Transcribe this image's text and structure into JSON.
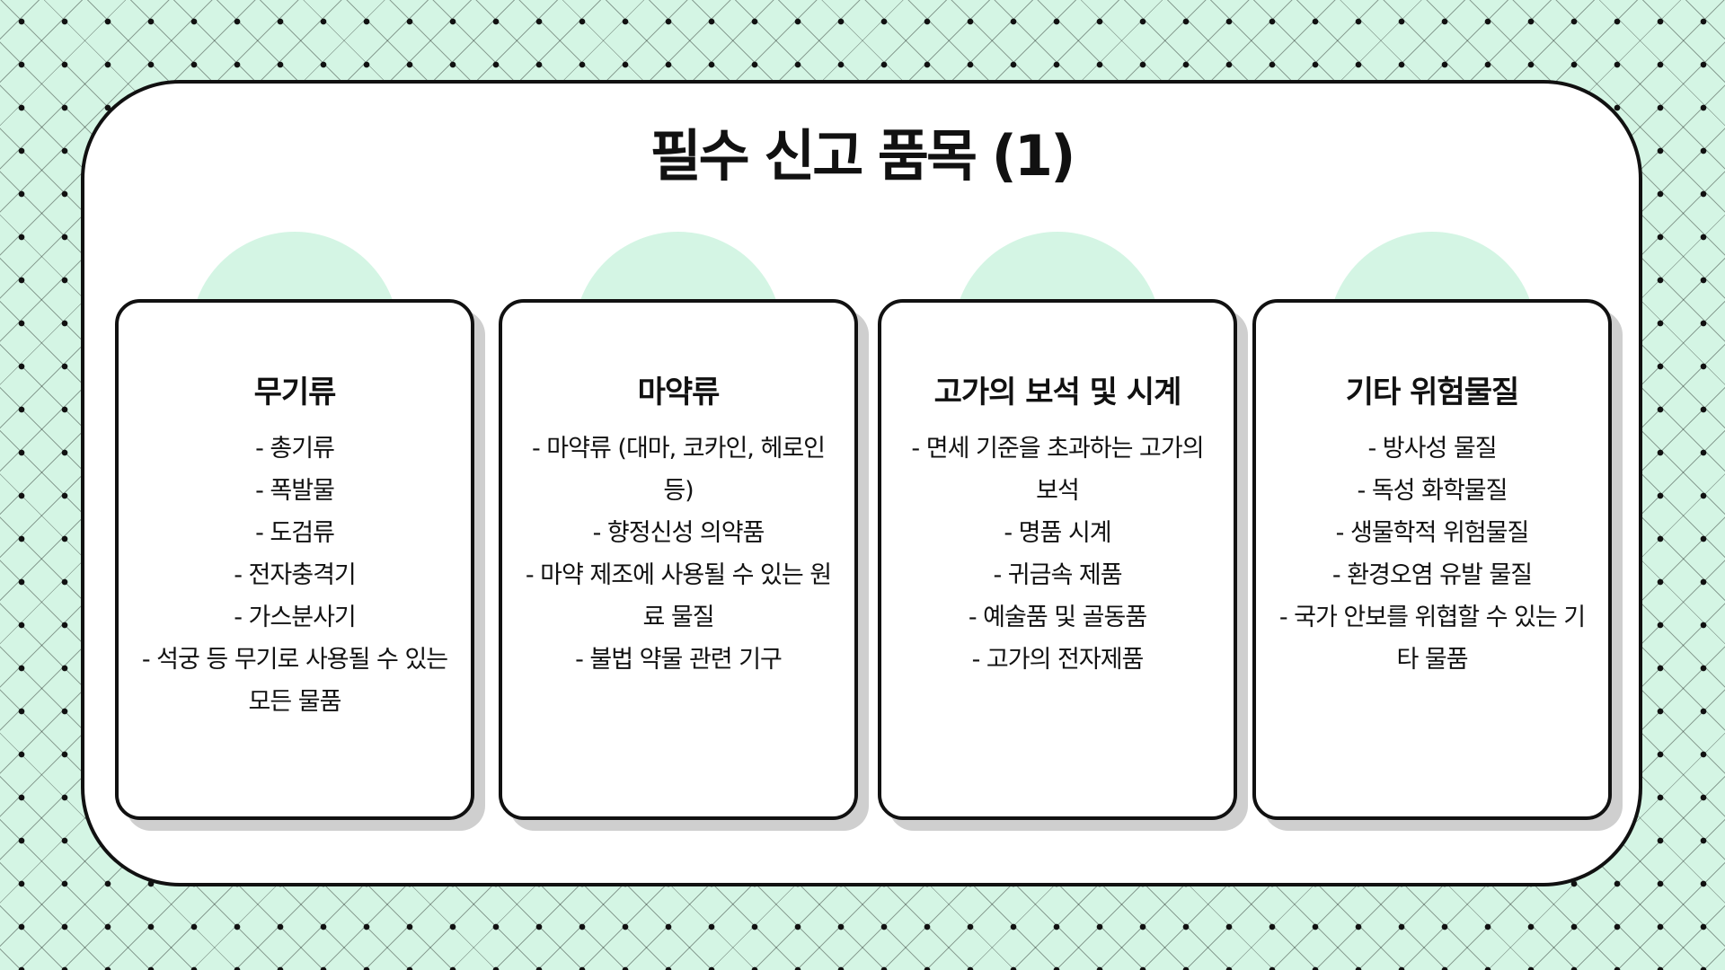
{
  "title": "필수 신고 품목 (1)",
  "theme": {
    "background": "#d4f5e4",
    "accent": "#d4f5e4",
    "border": "#111111",
    "card": "#ffffff"
  },
  "cards": [
    {
      "heading": "무기류",
      "items": [
        "- 총기류",
        "- 폭발물",
        "- 도검류",
        "- 전자충격기",
        "- 가스분사기",
        "- 석궁 등 무기로 사용될 수 있는 모든 물품"
      ]
    },
    {
      "heading": "마약류",
      "items": [
        "- 마약류 (대마, 코카인, 헤로인 등)",
        "- 향정신성 의약품",
        "- 마약 제조에 사용될 수 있는 원료 물질",
        "- 불법 약물 관련 기구"
      ]
    },
    {
      "heading": "고가의 보석 및 시계",
      "items": [
        "- 면세 기준을 초과하는 고가의 보석",
        "- 명품 시계",
        "- 귀금속 제품",
        "- 예술품 및 골동품",
        "- 고가의 전자제품"
      ]
    },
    {
      "heading": "기타 위험물질",
      "items": [
        "- 방사성 물질",
        "- 독성 화학물질",
        "- 생물학적 위험물질",
        "- 환경오염 유발 물질",
        "- 국가 안보를 위협할 수 있는 기타 물품"
      ]
    }
  ]
}
